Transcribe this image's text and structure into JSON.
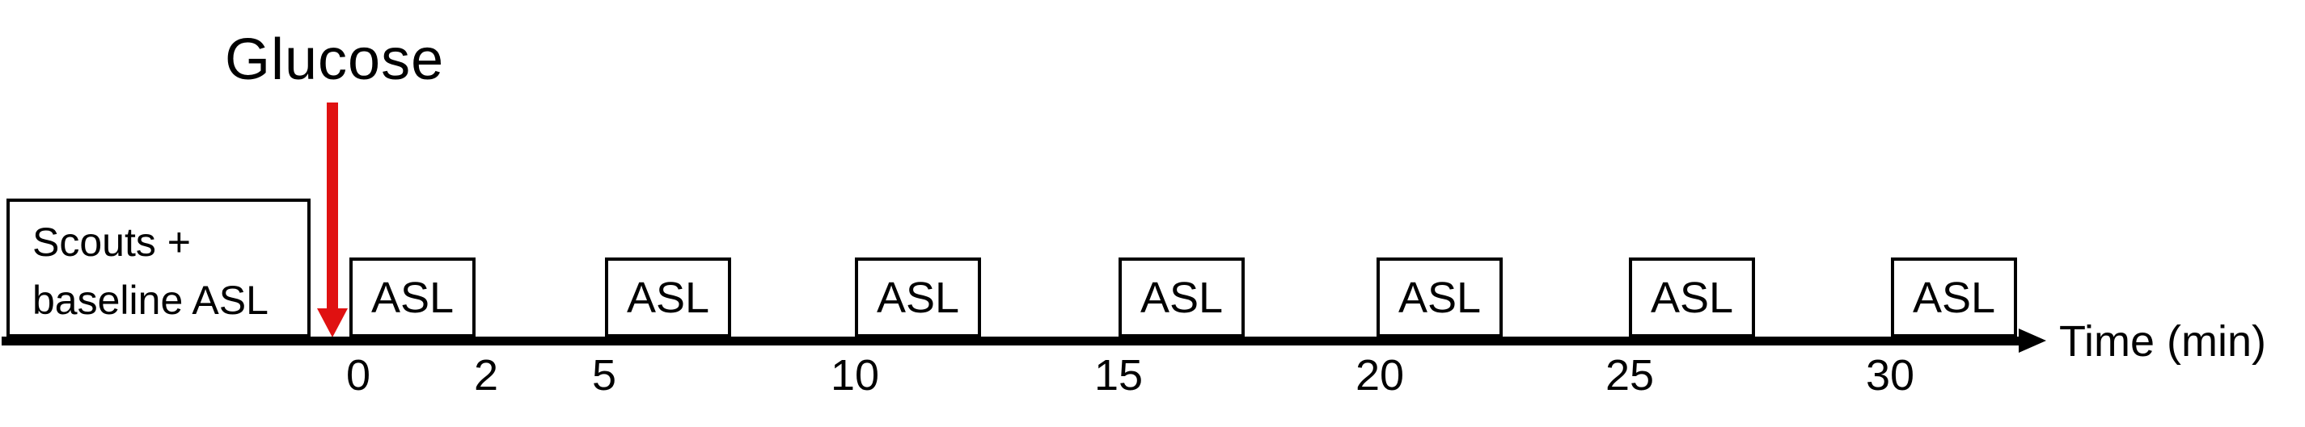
{
  "colors": {
    "ink": "#000000",
    "arrow": "#e01111",
    "fill": "#ffffff",
    "background": "#ffffff"
  },
  "annotation": {
    "label": "Glucose"
  },
  "baseline_box": {
    "lines": [
      "Scouts +",
      "baseline ASL"
    ]
  },
  "asl_scans": [
    {
      "label": "ASL",
      "start_min": 0
    },
    {
      "label": "ASL",
      "start_min": 5
    },
    {
      "label": "ASL",
      "start_min": 10
    },
    {
      "label": "ASL",
      "start_min": 15
    },
    {
      "label": "ASL",
      "start_min": 20
    },
    {
      "label": "ASL",
      "start_min": 25
    },
    {
      "label": "ASL",
      "start_min": 30
    }
  ],
  "axis": {
    "title": "Time (min)",
    "tick_labels": [
      "0",
      "2",
      "5",
      "10",
      "15",
      "20",
      "25",
      "30"
    ]
  }
}
